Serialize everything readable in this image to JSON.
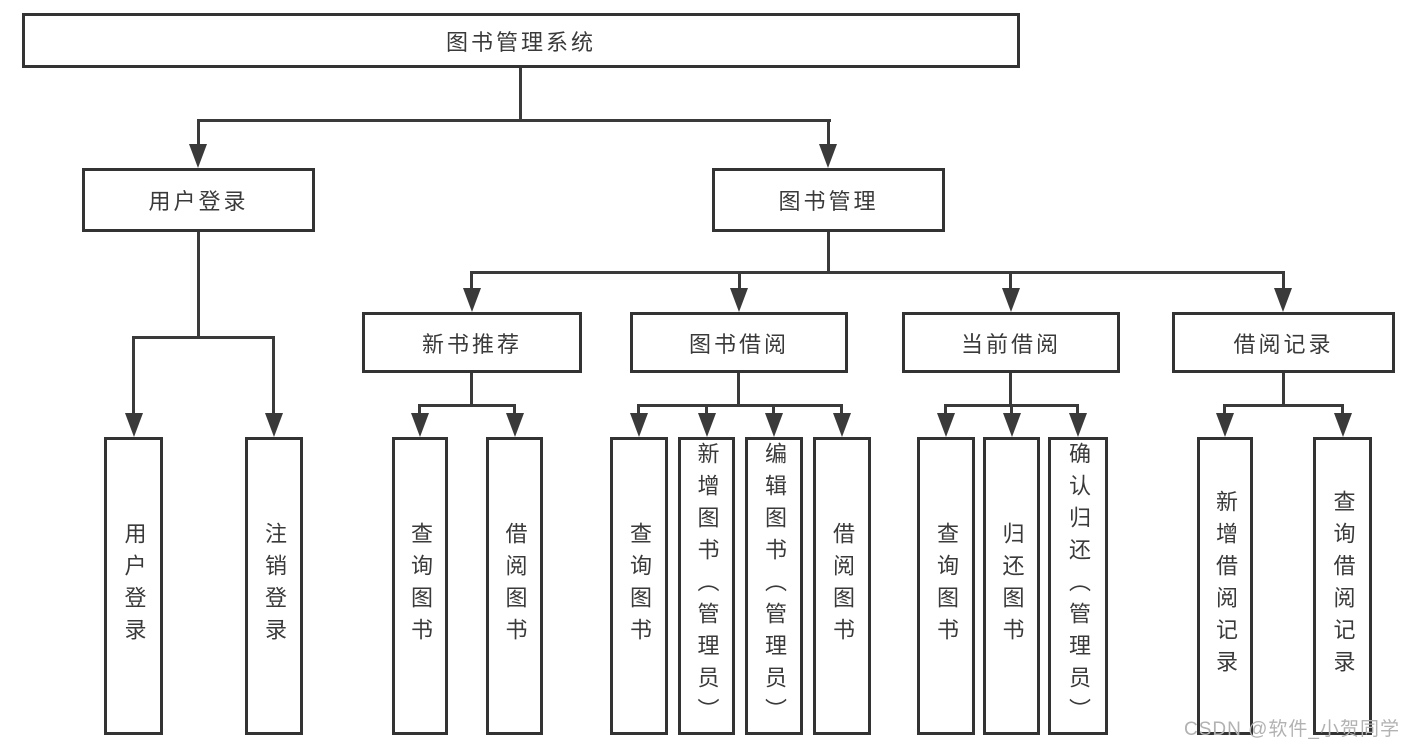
{
  "diagram": {
    "root": {
      "label": "图书管理系统"
    },
    "level1": [
      {
        "label": "用户登录"
      },
      {
        "label": "图书管理"
      }
    ],
    "level2": [
      {
        "label": "新书推荐"
      },
      {
        "label": "图书借阅"
      },
      {
        "label": "当前借阅"
      },
      {
        "label": "借阅记录"
      }
    ],
    "leaves": {
      "user_login": [
        {
          "label": "用户登录"
        },
        {
          "label": "注销登录"
        }
      ],
      "new_book": [
        {
          "label": "查询图书"
        },
        {
          "label": "借阅图书"
        }
      ],
      "book_borrow": [
        {
          "label": "查询图书"
        },
        {
          "label": "新增图书（管理员）"
        },
        {
          "label": "编辑图书（管理员）"
        },
        {
          "label": "借阅图书"
        }
      ],
      "current_borrow": [
        {
          "label": "查询图书"
        },
        {
          "label": "归还图书"
        },
        {
          "label": "确认归还（管理员）"
        }
      ],
      "borrow_records": [
        {
          "label": "新增借阅记录"
        },
        {
          "label": "查询借阅记录"
        }
      ]
    }
  },
  "watermark": {
    "text": "CSDN @软件_小贺同学"
  },
  "colors": {
    "line": "#3a3a3a",
    "box_border": "#333333",
    "text": "#3a3a3a",
    "watermark": "#b2b2b2",
    "background": "#ffffff"
  }
}
